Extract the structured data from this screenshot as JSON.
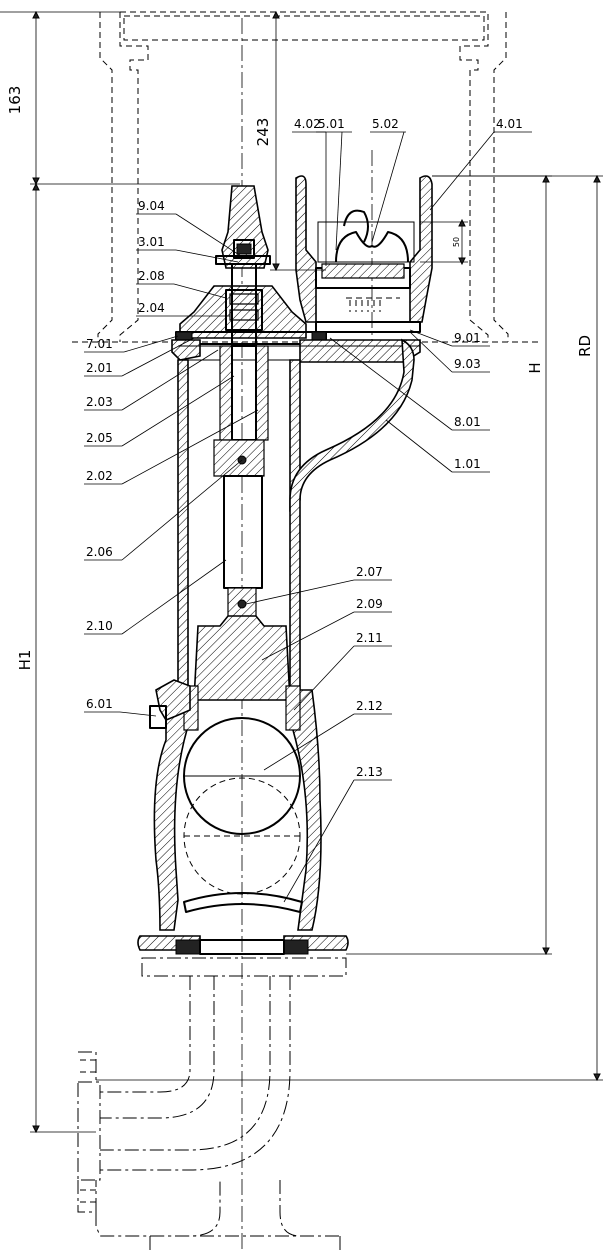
{
  "dimensions": {
    "d163": "163",
    "d243": "243",
    "h1": "H1",
    "h": "H",
    "rd": "RD",
    "d50": "50"
  },
  "parts": {
    "p402": "4.02",
    "p501": "5.01",
    "p502": "5.02",
    "p401": "4.01",
    "p904": "9.04",
    "p301": "3.01",
    "p208": "2.08",
    "p204": "2.04",
    "p701": "7.01",
    "p201": "2.01",
    "p203": "2.03",
    "p205": "2.05",
    "p202": "2.02",
    "p206": "2.06",
    "p210": "2.10",
    "p601": "6.01",
    "p901": "9.01",
    "p903": "9.03",
    "p801": "8.01",
    "p101": "1.01",
    "p207": "2.07",
    "p209": "2.09",
    "p211": "2.11",
    "p212": "2.12",
    "p213": "2.13"
  }
}
